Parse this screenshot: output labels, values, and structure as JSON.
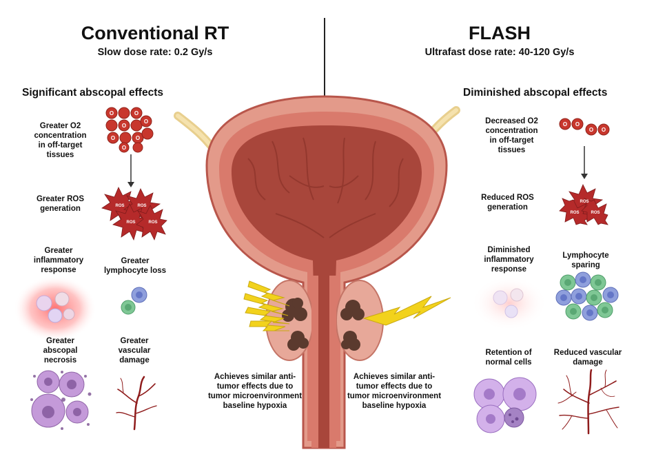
{
  "left": {
    "title": "Conventional RT",
    "subtitle": "Slow dose rate: 0.2 Gy/s",
    "heading": "Significant abscopal effects",
    "o2_label": "Greater O2\nconcentration\nin off-target\ntissues",
    "ros_label": "Greater ROS\ngeneration",
    "inflammation_label": "Greater\ninflammatory\nresponse",
    "lymphocyte_label": "Greater\nlymphocyte loss",
    "necrosis_label": "Greater\nabscopal\nnecrosis",
    "vascular_label": "Greater\nvascular\ndamage",
    "tumor_note": "Achieves similar anti-\ntumor effects due to\ntumor microenvironment\nbaseline hypoxia"
  },
  "right": {
    "title": "FLASH",
    "subtitle": "Ultrafast dose rate: 40-120 Gy/s",
    "heading": "Diminished abscopal effects",
    "o2_label": "Decreased O2\nconcentration\nin off-target\ntissues",
    "ros_label": "Reduced ROS\ngeneration",
    "inflammation_label": "Diminished\ninflammatory\nresponse",
    "lymphocyte_label": "Lymphocyte\nsparing",
    "retention_label": "Retention of\nnormal cells",
    "vascular_label": "Reduced vascular\ndamage",
    "tumor_note": "Achieves similar anti-\ntumor effects due to\ntumor microenvironment\nbaseline hypoxia"
  },
  "glyphs": {
    "oxygen": "O",
    "ros": "ROS"
  },
  "icons": [
    "oxygen-molecules-icon",
    "ros-burst-icon",
    "inflammation-glow-icon",
    "lymphocyte-icon",
    "necrotic-cells-icon",
    "blood-vessel-icon",
    "normal-cells-icon",
    "lightning-bolt-icon",
    "bladder-prostate-illustration"
  ],
  "colors": {
    "oxygen": "#c8372d",
    "ros": "#b52a2a",
    "bolt": "#f2d21c",
    "bladder_wall": "#e39a8a",
    "bladder_lumen": "#a8463b",
    "tumor": "#5b3a2e",
    "lymph_blue": "#8f9fdc",
    "lymph_green": "#7fc795",
    "cell_purple": "#b98bd6",
    "vessel": "#8f1c1c"
  }
}
